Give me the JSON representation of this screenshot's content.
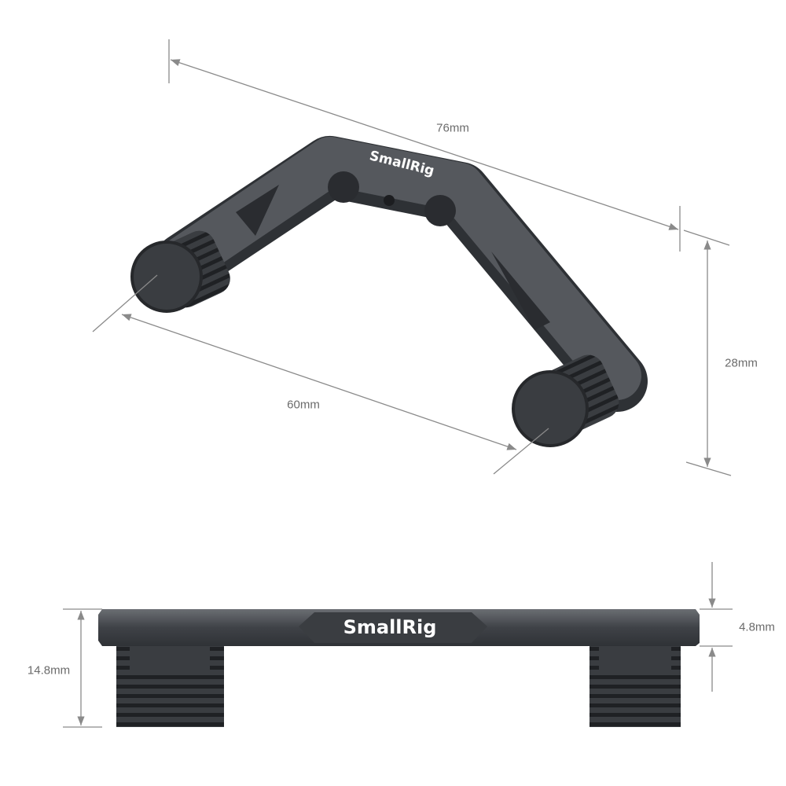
{
  "brand": "SmallRig",
  "dimensions": {
    "total_length": "76mm",
    "screw_spacing": "60mm",
    "height": "28mm",
    "side_height": "14.8mm",
    "plate_thickness": "4.8mm"
  },
  "colors": {
    "metal": "#4a4d52",
    "dim_line": "#8a8a8a",
    "text": "#6b6b6b"
  }
}
